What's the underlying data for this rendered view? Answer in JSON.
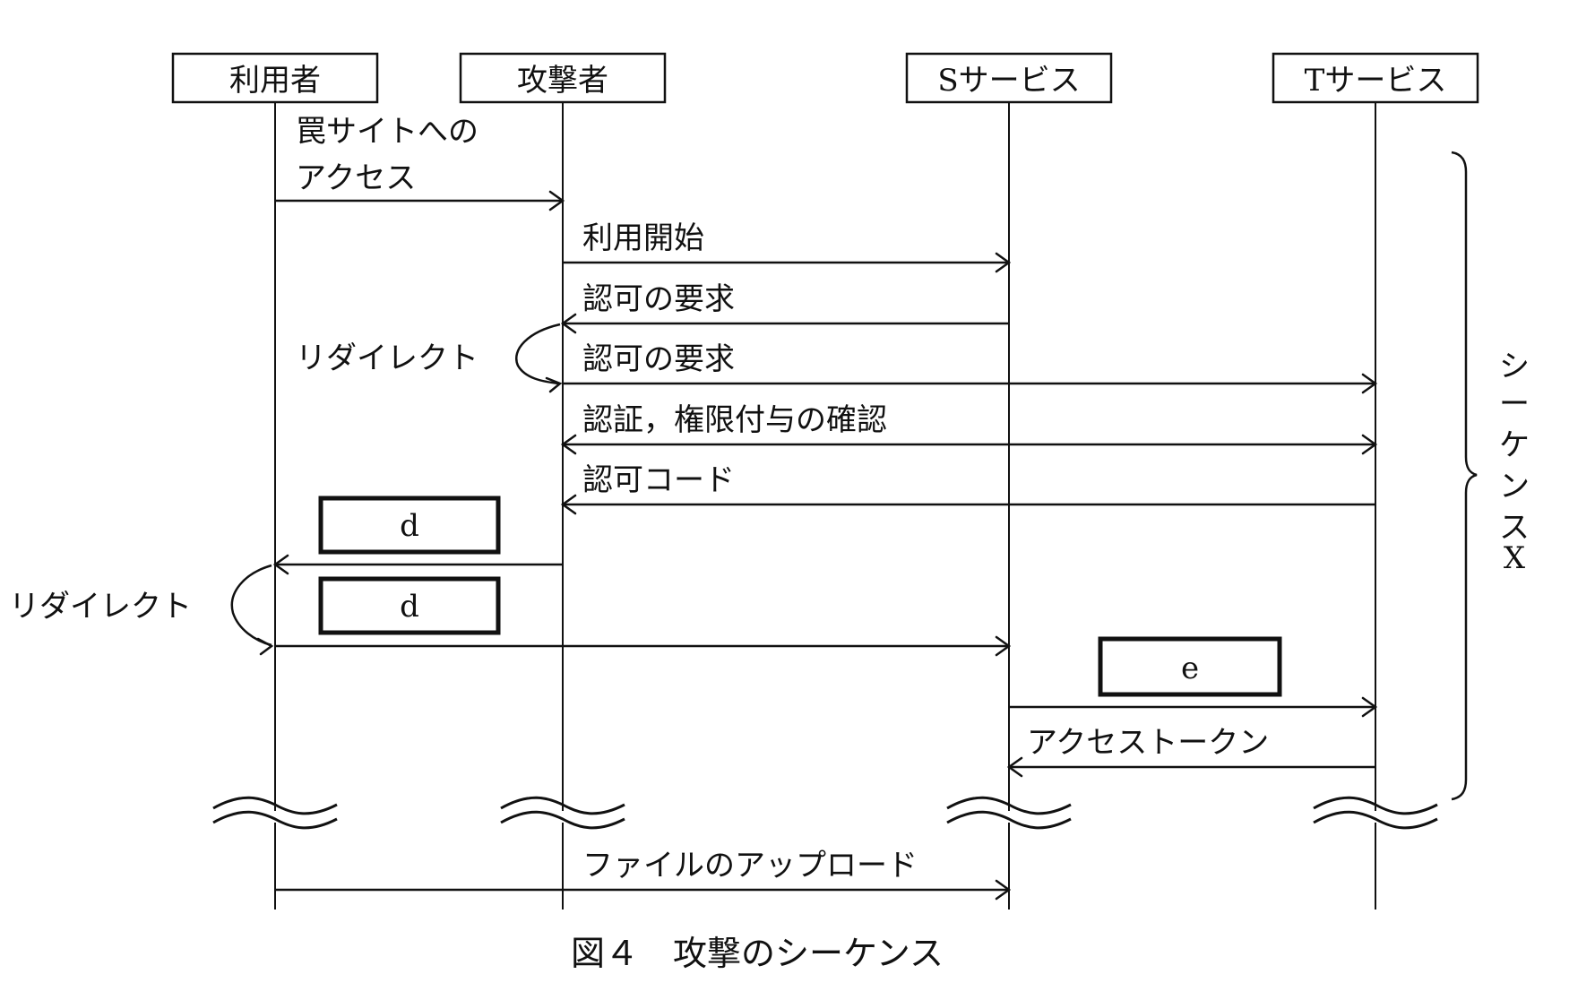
{
  "figure": {
    "caption": "図４　攻撃のシーケンス"
  },
  "participants": [
    {
      "id": "user",
      "label": "利用者"
    },
    {
      "id": "attacker",
      "label": "攻撃者"
    },
    {
      "id": "s_service",
      "label": "Sサービス"
    },
    {
      "id": "t_service",
      "label": "Tサービス"
    }
  ],
  "messages": [
    {
      "from": "user",
      "to": "attacker",
      "label_lines": [
        "罠サイトへの",
        "アクセス"
      ]
    },
    {
      "from": "attacker",
      "to": "s_service",
      "label_lines": [
        "利用開始"
      ]
    },
    {
      "from": "s_service",
      "to": "attacker",
      "label_lines": [
        "認可の要求"
      ]
    },
    {
      "from": "attacker",
      "to": "t_service",
      "label_lines": [
        "認可の要求"
      ]
    },
    {
      "from": "t_service",
      "to": "attacker",
      "both": true,
      "label_lines": [
        "認証，権限付与の確認"
      ]
    },
    {
      "from": "t_service",
      "to": "attacker",
      "label_lines": [
        "認可コード"
      ]
    },
    {
      "from": "attacker",
      "to": "user",
      "label_lines": [],
      "blank": "d"
    },
    {
      "from": "user",
      "to": "s_service",
      "label_lines": [],
      "blank": "d"
    },
    {
      "from": "s_service",
      "to": "t_service",
      "label_lines": [],
      "blank": "e"
    },
    {
      "from": "t_service",
      "to": "s_service",
      "label_lines": [
        "アクセストークン"
      ]
    },
    {
      "from": "user",
      "to": "s_service",
      "label_lines": [
        "ファイルのアップロード"
      ],
      "after_break": true
    }
  ],
  "redirects": [
    {
      "label": "リダイレクト",
      "at": "attacker"
    },
    {
      "label": "リダイレクト",
      "at": "user"
    }
  ],
  "blanks": [
    {
      "label": "d"
    },
    {
      "label": "d"
    },
    {
      "label": "e"
    }
  ],
  "sequence_brace": {
    "label_lines": [
      "シ",
      "ー",
      "ケ",
      "ン",
      "ス",
      "X"
    ]
  }
}
